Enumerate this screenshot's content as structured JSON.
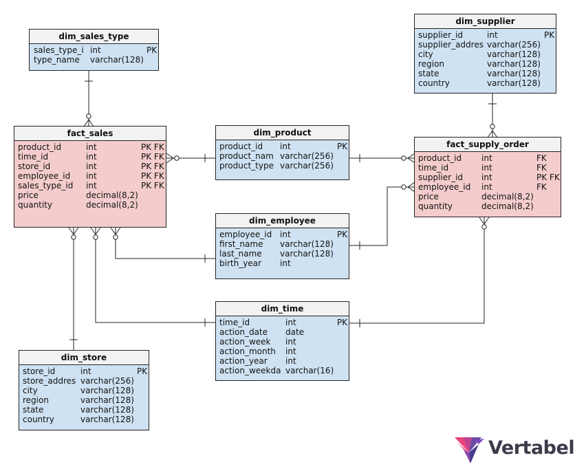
{
  "tables": {
    "dim_sales_type": {
      "title": "dim_sales_type",
      "rows": [
        [
          "sales_type_i",
          "int",
          "PK"
        ],
        [
          "type_name",
          "varchar(128)",
          ""
        ]
      ]
    },
    "dim_supplier": {
      "title": "dim_supplier",
      "rows": [
        [
          "supplier_id",
          "int",
          "PK"
        ],
        [
          "supplier_addres",
          "varchar(256)",
          ""
        ],
        [
          "city",
          "varchar(128)",
          ""
        ],
        [
          "region",
          "varchar(128)",
          ""
        ],
        [
          "state",
          "varchar(128)",
          ""
        ],
        [
          "country",
          "varchar(128)",
          ""
        ]
      ]
    },
    "fact_sales": {
      "title": "fact_sales",
      "rows": [
        [
          "product_id",
          "int",
          "PK FK"
        ],
        [
          "time_id",
          "int",
          "PK FK"
        ],
        [
          "store_id",
          "int",
          "PK FK"
        ],
        [
          "employee_id",
          "int",
          "PK FK"
        ],
        [
          "sales_type_id",
          "int",
          "PK FK"
        ],
        [
          "price",
          "decimal(8,2)",
          ""
        ],
        [
          "quantity",
          "decimal(8,2)",
          ""
        ]
      ]
    },
    "dim_product": {
      "title": "dim_product",
      "rows": [
        [
          "product_id",
          "int",
          "PK"
        ],
        [
          "product_nam",
          "varchar(256)",
          ""
        ],
        [
          "product_type",
          "varchar(256)",
          ""
        ]
      ]
    },
    "fact_supply_order": {
      "title": "fact_supply_order",
      "rows": [
        [
          "product_id",
          "int",
          "FK"
        ],
        [
          "time_id",
          "int",
          "FK"
        ],
        [
          "supplier_id",
          "int",
          "PK FK"
        ],
        [
          "employee_id",
          "int",
          "FK"
        ],
        [
          "price",
          "decimal(8,2)",
          ""
        ],
        [
          "quantity",
          "decimal(8,2)",
          ""
        ]
      ]
    },
    "dim_employee": {
      "title": "dim_employee",
      "rows": [
        [
          "employee_id",
          "int",
          "PK"
        ],
        [
          "first_name",
          "varchar(128)",
          ""
        ],
        [
          "last_name",
          "varchar(128)",
          ""
        ],
        [
          "birth_year",
          "int",
          ""
        ]
      ]
    },
    "dim_time": {
      "title": "dim_time",
      "rows": [
        [
          "time_id",
          "int",
          "PK"
        ],
        [
          "action_date",
          "date",
          ""
        ],
        [
          "action_week",
          "int",
          ""
        ],
        [
          "action_month",
          "int",
          ""
        ],
        [
          "action_year",
          "int",
          ""
        ],
        [
          "action_weekda",
          "varchar(16)",
          ""
        ]
      ]
    },
    "dim_store": {
      "title": "dim_store",
      "rows": [
        [
          "store_id",
          "int",
          "PK"
        ],
        [
          "store_addres",
          "varchar(256)",
          ""
        ],
        [
          "city",
          "varchar(128)",
          ""
        ],
        [
          "region",
          "varchar(128)",
          ""
        ],
        [
          "state",
          "varchar(128)",
          ""
        ],
        [
          "country",
          "varchar(128)",
          ""
        ]
      ]
    }
  },
  "logo": {
    "text": "Vertabelo"
  },
  "colors": {
    "dimension": "#cfe2f3",
    "fact": "#f4cccc",
    "header": "#f2f2f2",
    "line": "#222222"
  }
}
